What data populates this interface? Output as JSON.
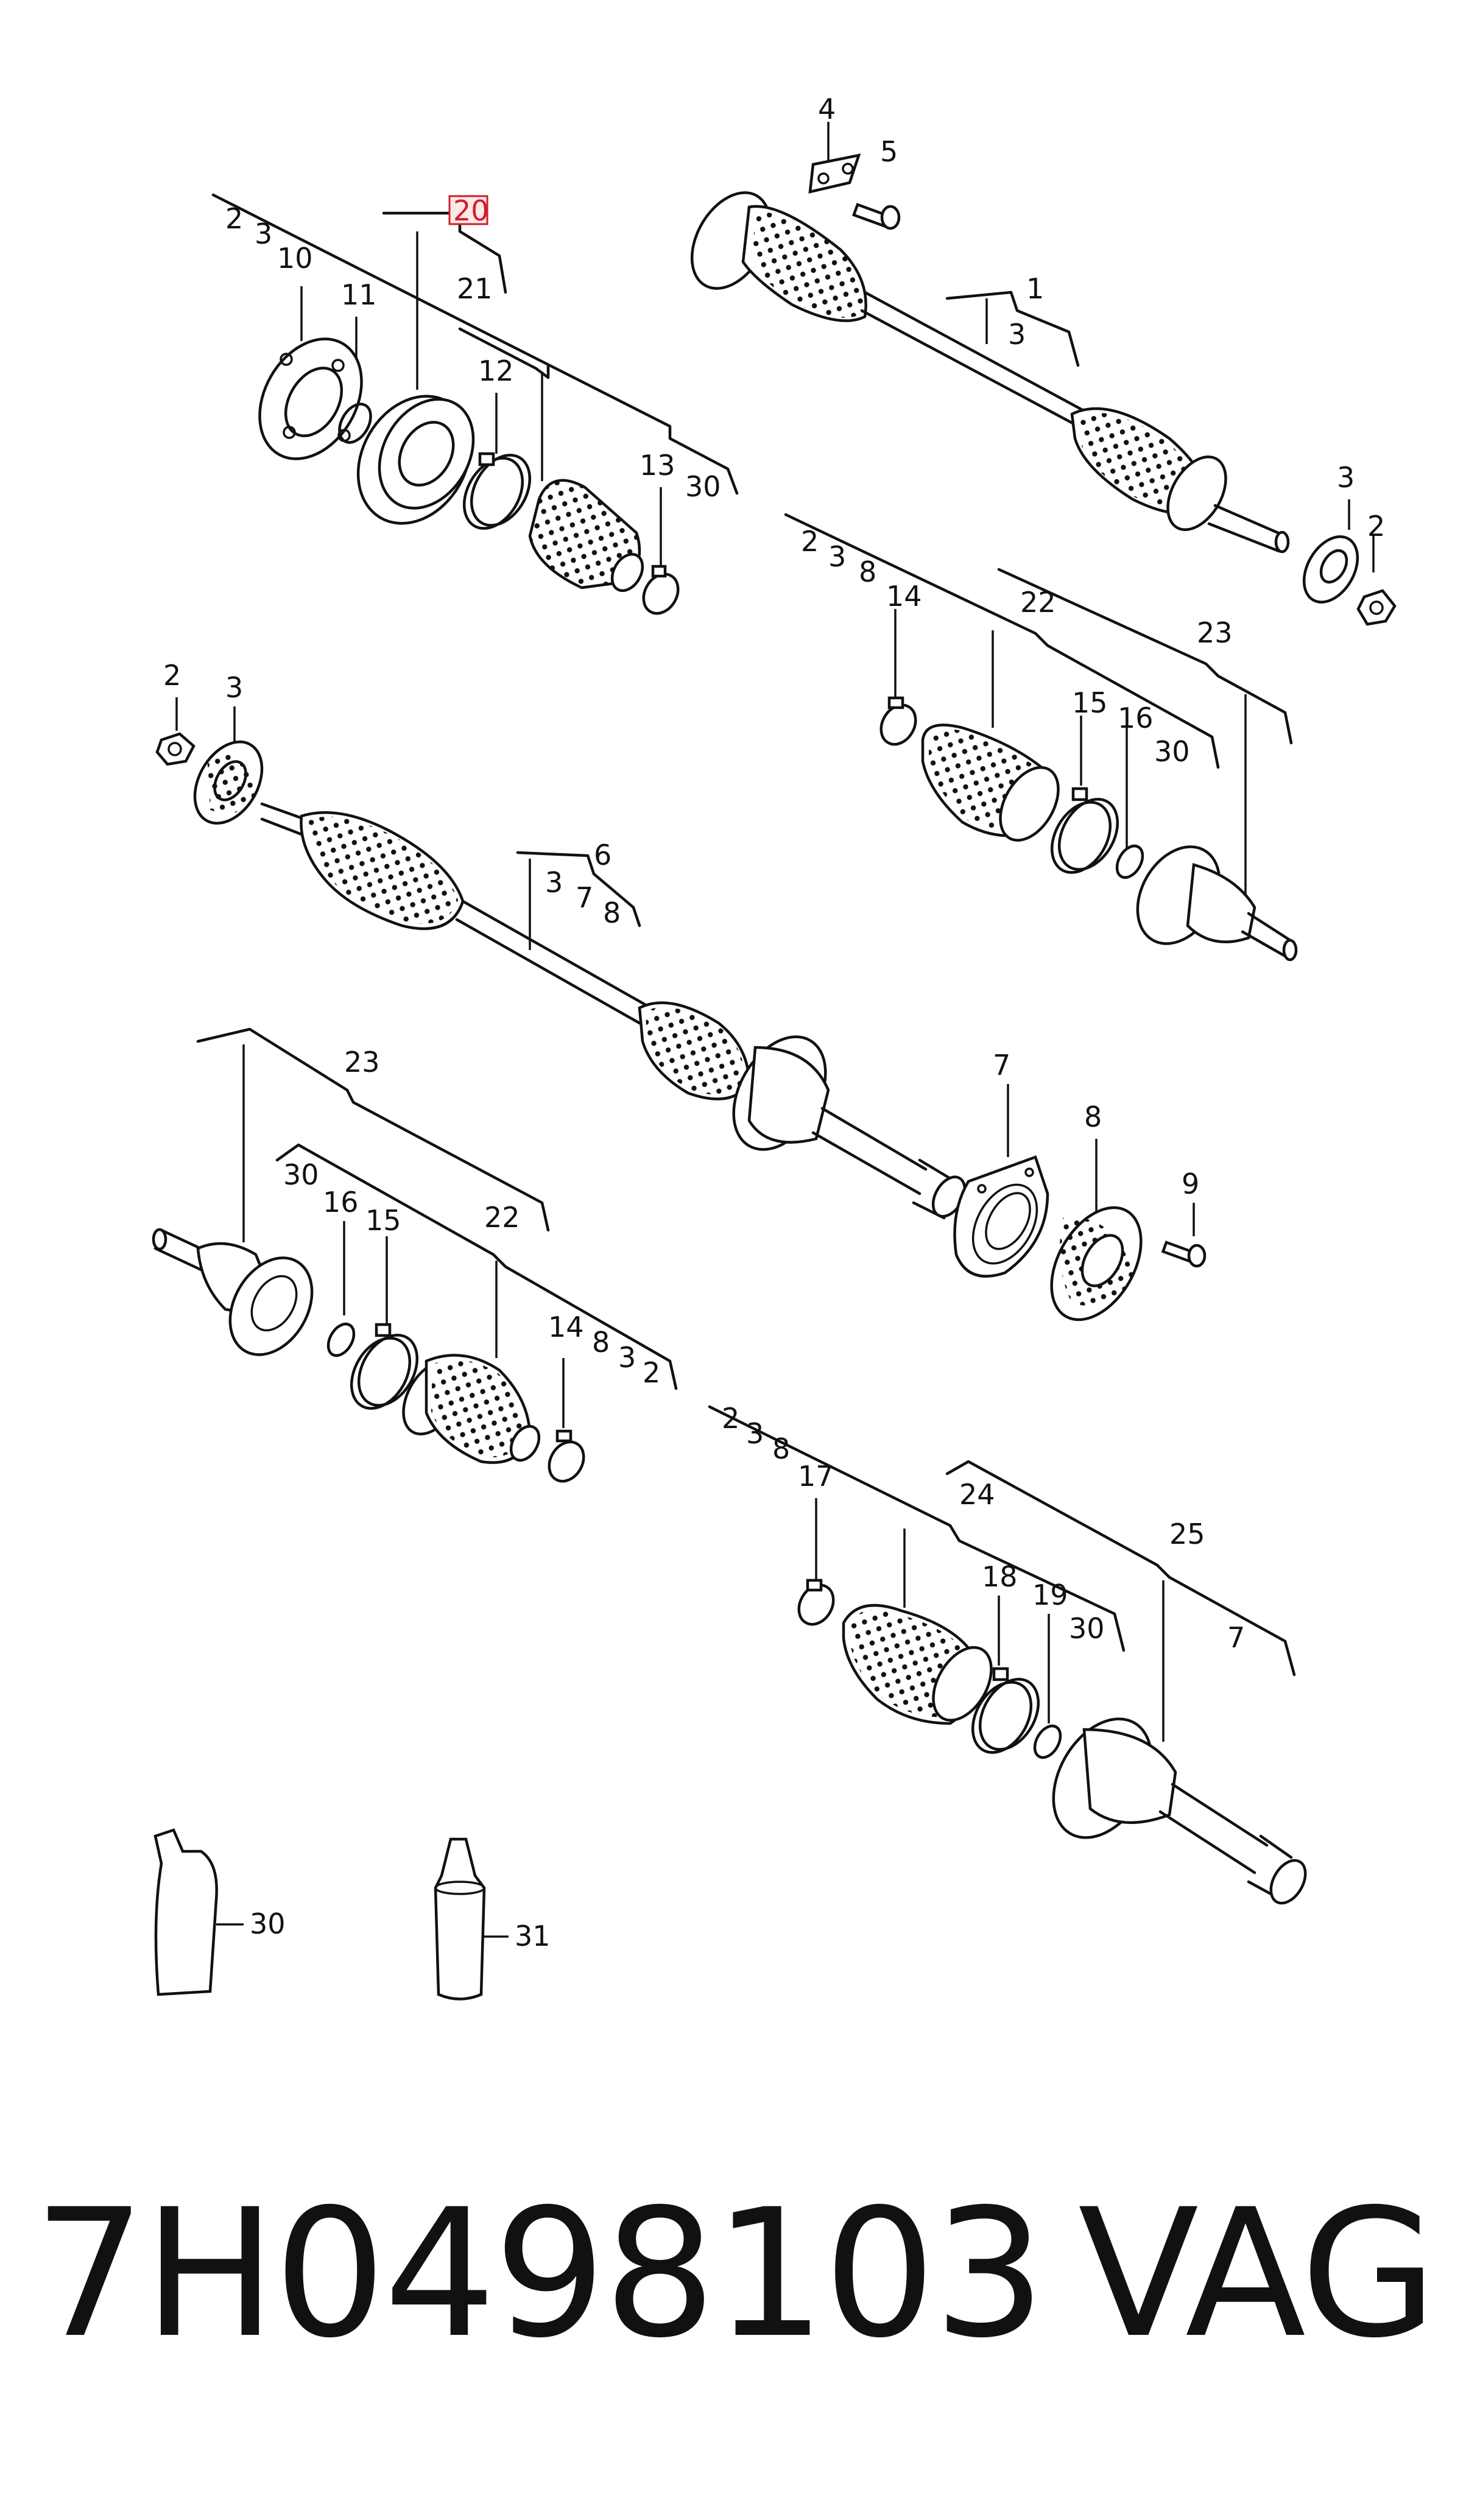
{
  "callouts": {
    "c1": "1",
    "c2": "2",
    "c3": "3",
    "c4": "4",
    "c5": "5",
    "c6": "6",
    "c7": "7",
    "c8": "8",
    "c9": "9",
    "c10": "10",
    "c11": "11",
    "c12": "12",
    "c13": "13",
    "c14": "14",
    "c15": "15",
    "c16": "16",
    "c17": "17",
    "c18": "18",
    "c19": "19",
    "c20": "20",
    "c21": "21",
    "c22": "22",
    "c23": "23",
    "c24": "24",
    "c25": "25",
    "c30": "30",
    "c31": "31"
  },
  "highlight": "20",
  "footer": {
    "part_number": "7H0498103",
    "brand": "VAG"
  },
  "colors": {
    "highlight": "#d01f2a",
    "line": "#111111",
    "background": "#ffffff"
  }
}
